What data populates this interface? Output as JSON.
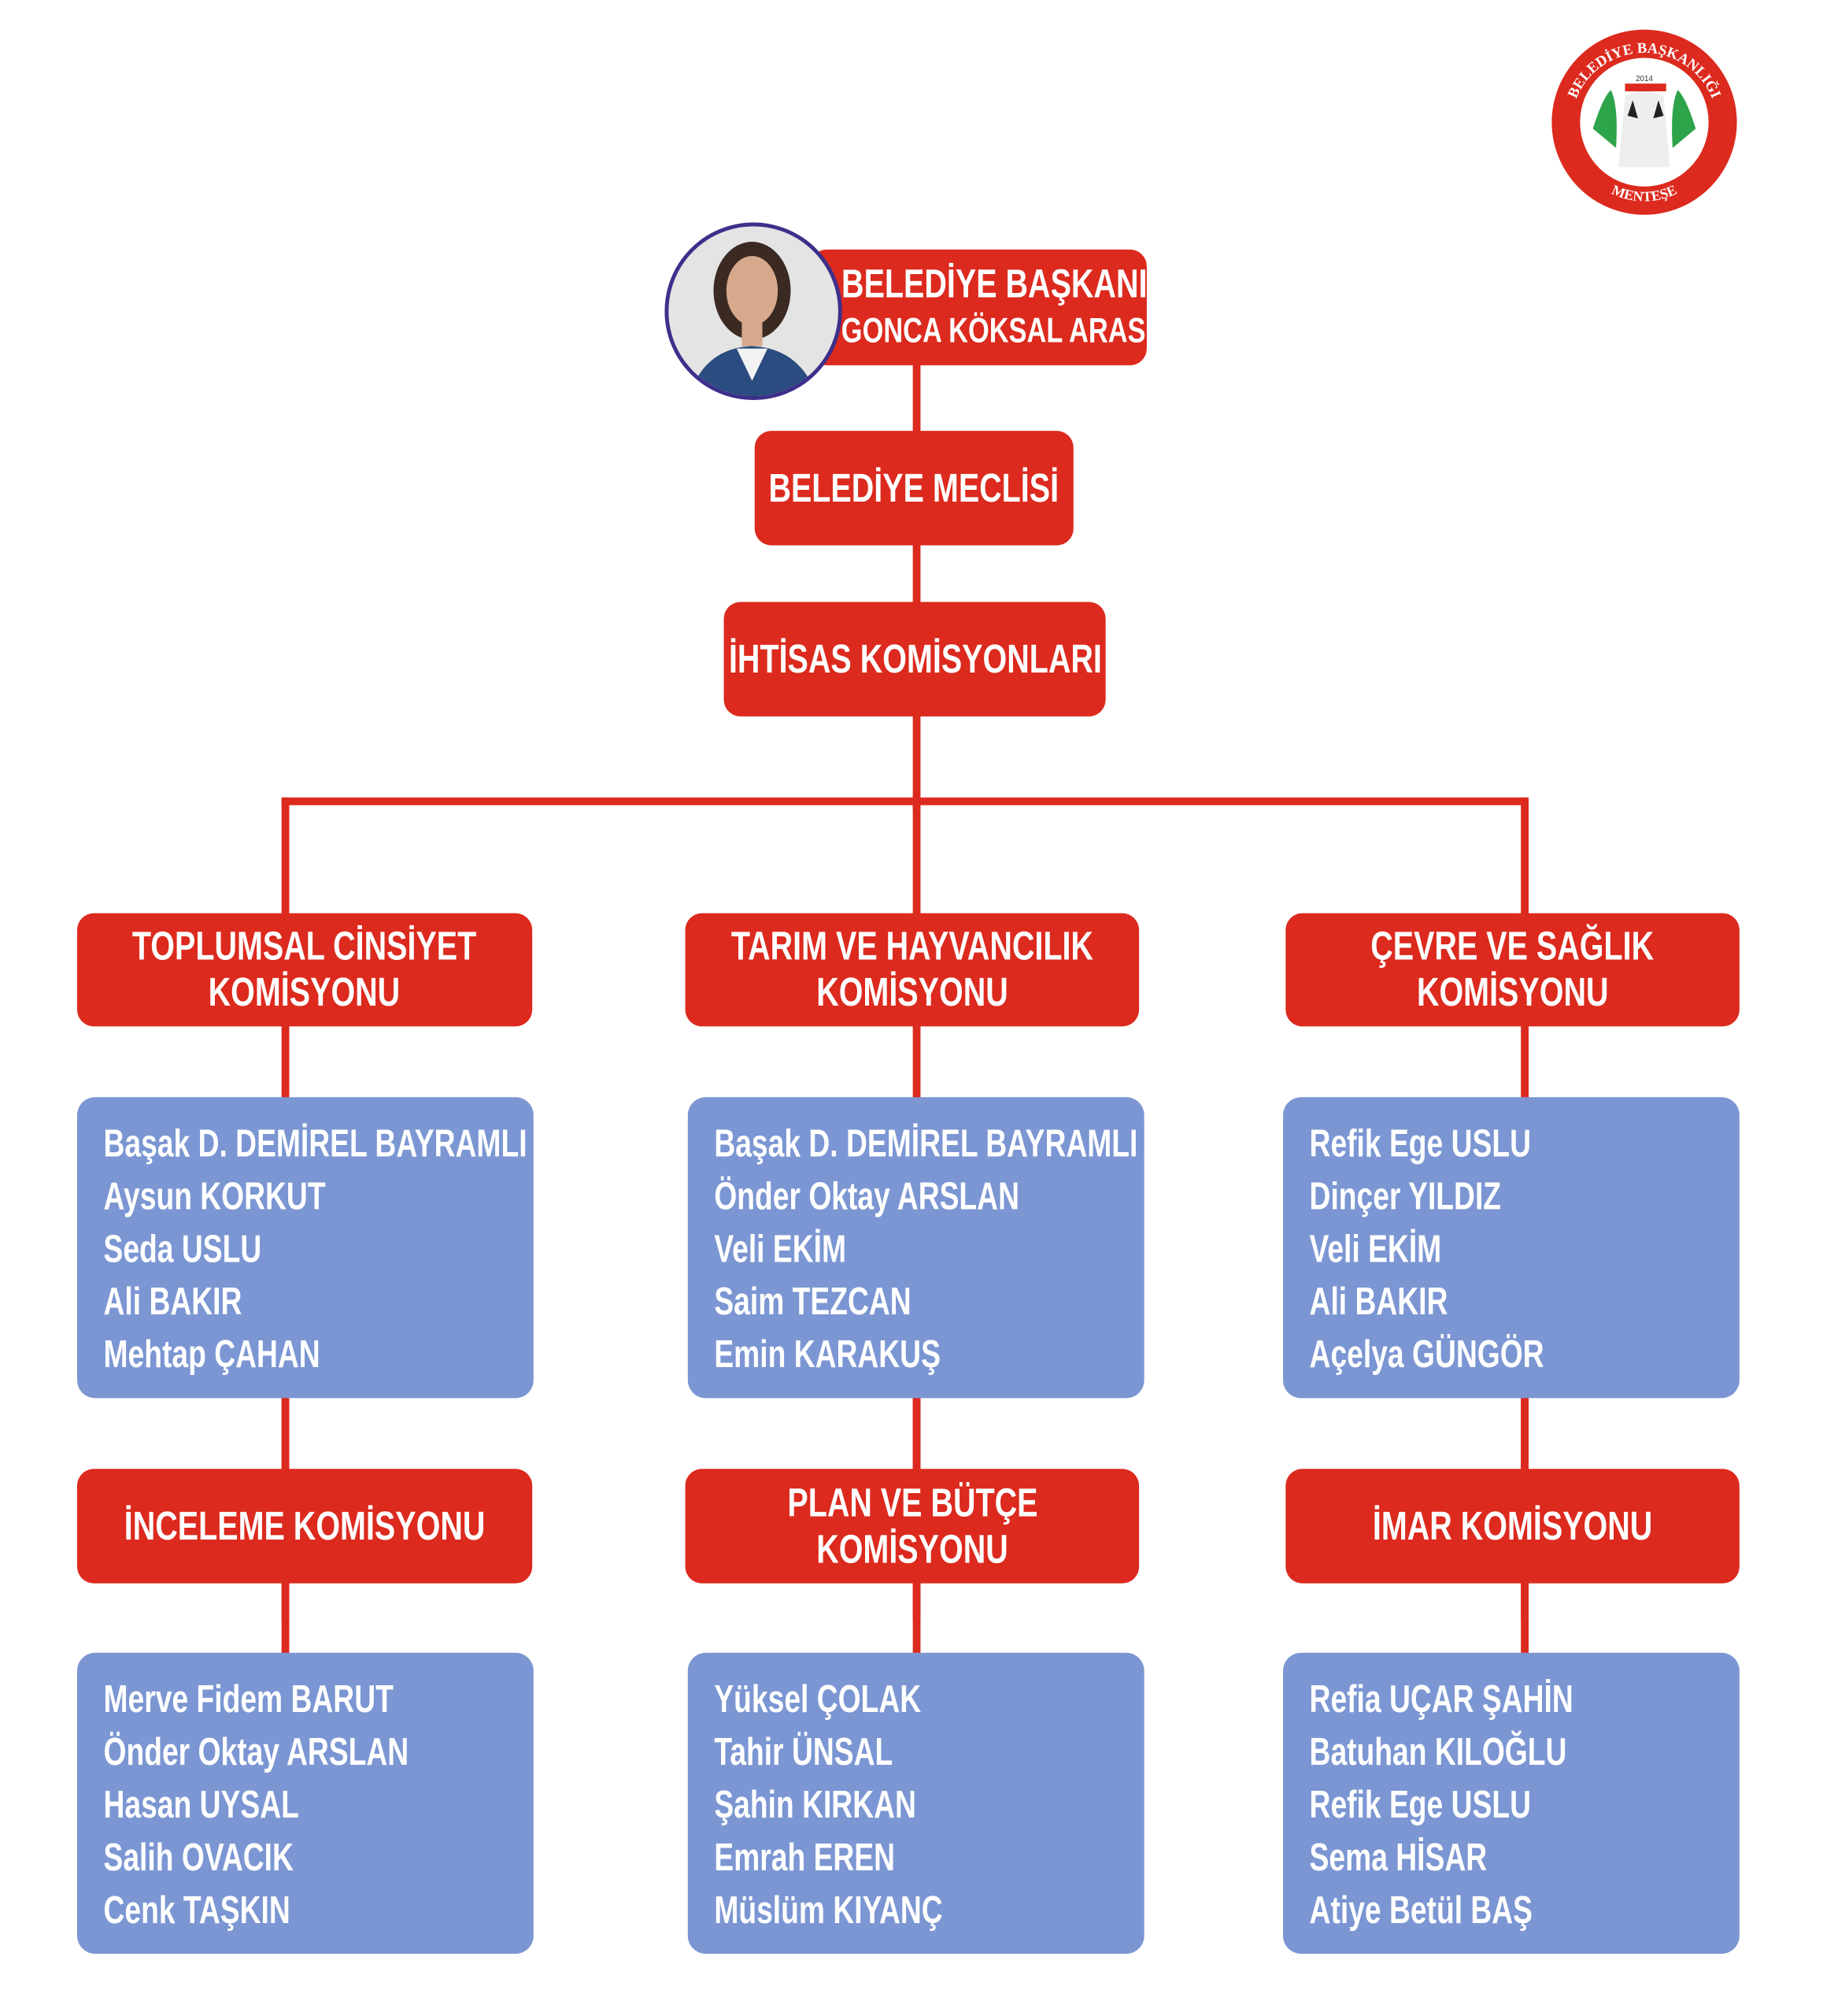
{
  "logo": {
    "top_text": "BELEDİYE BAŞKANLIĞI",
    "year": "2014",
    "bottom_text": "MENTEŞE"
  },
  "mayor": {
    "title": "BELEDİYE BAŞKANI",
    "name": "GONCA KÖKSAL ARAS"
  },
  "council": "BELEDİYE MECLİSİ",
  "committees_header": "İHTİSAS KOMİSYONLARI",
  "committees": [
    {
      "title": [
        "TOPLUMSAL CİNSİYET",
        "KOMİSYONU"
      ],
      "members": [
        "Başak D. DEMİREL BAYRAMLI",
        "Aysun KORKUT",
        "Seda USLU",
        "Ali BAKIR",
        "Mehtap ÇAHAN"
      ]
    },
    {
      "title": [
        "TARIM VE HAYVANCILIK",
        "KOMİSYONU"
      ],
      "members": [
        "Başak D. DEMİREL BAYRAMLI",
        "Önder Oktay ARSLAN",
        "Veli EKİM",
        "Saim TEZCAN",
        "Emin KARAKUŞ"
      ]
    },
    {
      "title": [
        "ÇEVRE VE SAĞLIK",
        "KOMİSYONU"
      ],
      "members": [
        "Refik Ege USLU",
        "Dinçer YILDIZ",
        "Veli EKİM",
        "Ali BAKIR",
        "Açelya GÜNGÖR"
      ]
    },
    {
      "title": [
        "İNCELEME KOMİSYONU"
      ],
      "members": [
        "Merve Fidem BARUT",
        "Önder Oktay ARSLAN",
        "Hasan UYSAL",
        "Salih OVACIK",
        "Cenk TAŞKIN"
      ]
    },
    {
      "title": [
        "PLAN VE BÜTÇE",
        "KOMİSYONU"
      ],
      "members": [
        "Yüksel ÇOLAK",
        "Tahir ÜNSAL",
        "Şahin KIRKAN",
        "Emrah EREN",
        "Müslüm KIYANÇ"
      ]
    },
    {
      "title": [
        "İMAR KOMİSYONU"
      ],
      "members": [
        "Refia UÇAR ŞAHİN",
        "Batuhan KILOĞLU",
        "Refik Ege USLU",
        "Sema HİSAR",
        "Atiye Betül BAŞ"
      ]
    }
  ],
  "colors": {
    "red": "#dc2a1e",
    "blue": "#7b96d2",
    "photo_ring": "#3d2f8a"
  }
}
